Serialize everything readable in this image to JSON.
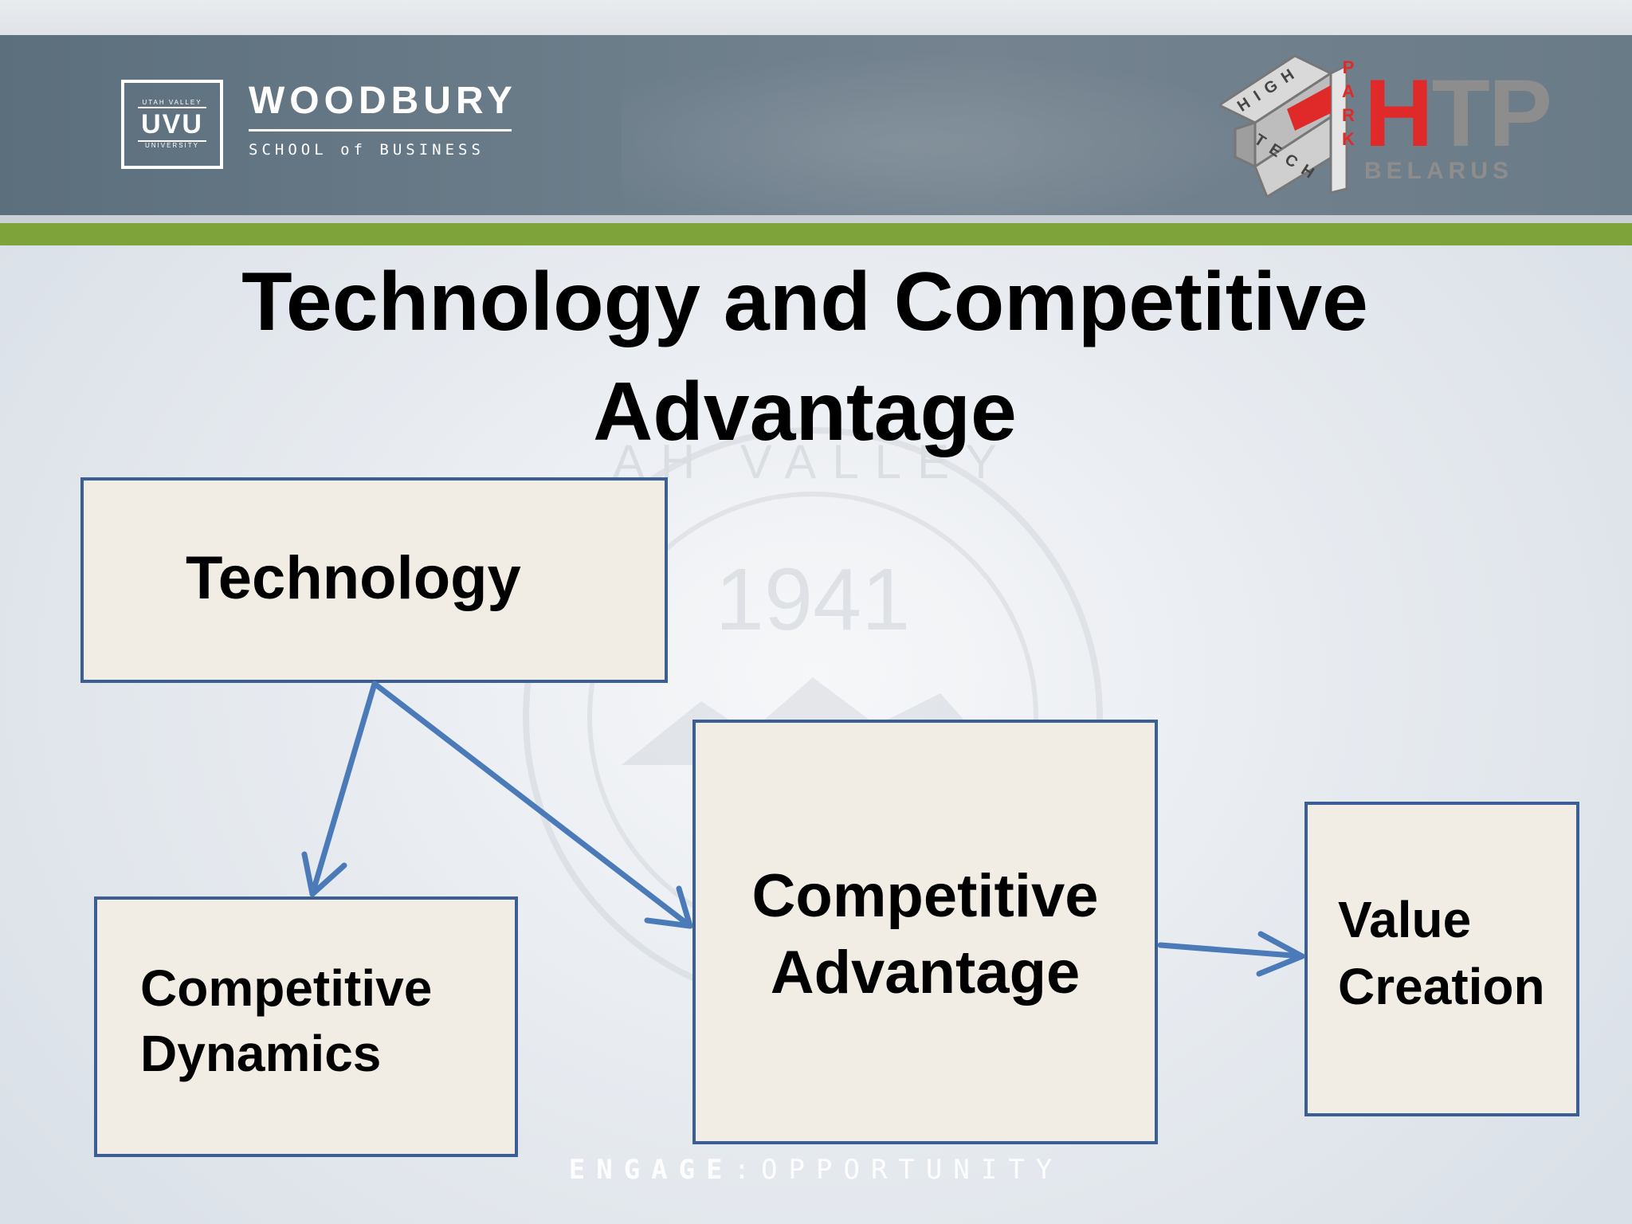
{
  "header": {
    "uvu_logo": {
      "top_text": "UTAH VALLEY",
      "mark": "UVU",
      "bottom_text": "UNIVERSITY"
    },
    "woodbury": {
      "name": "WOODBURY",
      "school": "SCHOOL of BUSINESS"
    },
    "htp_logo": {
      "letters_left": "HIGH",
      "letters_mid": "TECH",
      "letters_right": "PARK",
      "mark_h": "H",
      "mark_tp": "TP",
      "country": "BELARUS"
    }
  },
  "watermark": {
    "arc_text": "AH VALLEY",
    "year": "1941"
  },
  "slide": {
    "title_line1": "Technology and Competitive",
    "title_line2": "Advantage"
  },
  "diagram": {
    "nodes": {
      "technology": "Technology",
      "competitive_dynamics": "Competitive\nDynamics",
      "competitive_advantage": "Competitive\nAdvantage",
      "value_creation": "Value\nCreation"
    },
    "edges": [
      {
        "from": "technology",
        "to": "competitive_dynamics"
      },
      {
        "from": "technology",
        "to": "competitive_advantage"
      },
      {
        "from": "competitive_advantage",
        "to": "value_creation"
      }
    ]
  },
  "footer": {
    "tagline_left": "ENGAGE",
    "tagline_sep": ":",
    "tagline_right": "OPPORTUNITY"
  },
  "colors": {
    "header": "#6a7b88",
    "accent_green": "#7ea33b",
    "box_fill": "#f1ede4",
    "box_border": "#3b5f95",
    "arrow": "#4a7ab8",
    "htp_red": "#e02a2a"
  }
}
